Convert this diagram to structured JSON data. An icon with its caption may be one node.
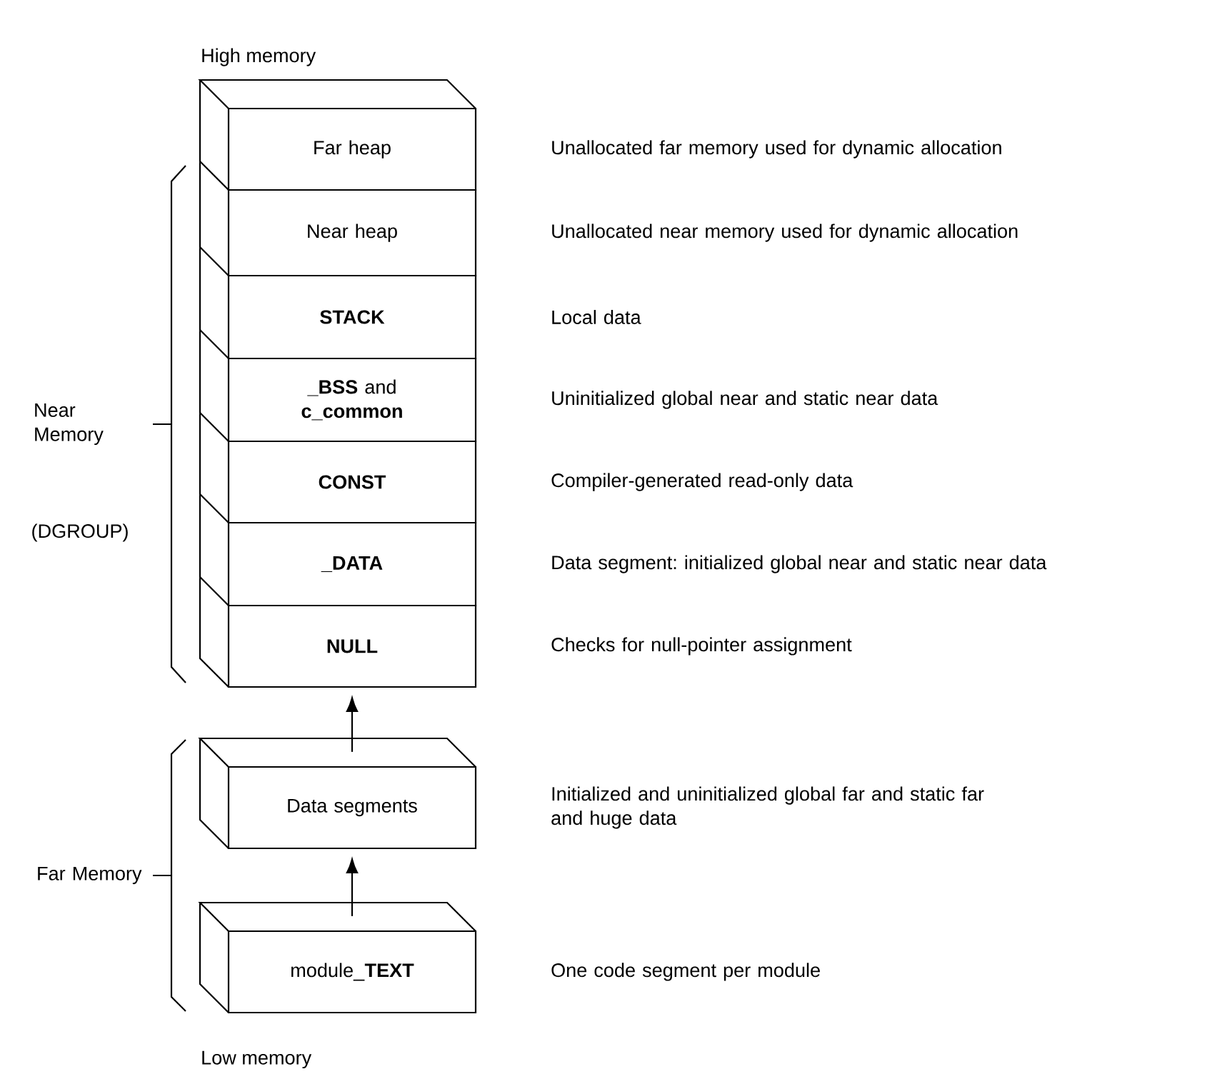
{
  "diagram": {
    "nodes": [
      {
        "text": [
          "Far heap"
        ],
        "beside": [
          "Unallocated far memory used for dynamic allocation"
        ]
      },
      {
        "text": [
          "Near heap"
        ],
        "beside": [
          "Unallocated near memory used for dynamic allocation"
        ]
      },
      {
        "text": [
          "STACK"
        ],
        "beside": [
          "Local data"
        ]
      },
      {
        "text": [
          "**_BSS** and **c_common**"
        ],
        "beside": [
          "Uninitialized global near and static near data"
        ]
      },
      {
        "text": [
          "CONST"
        ],
        "beside": [
          "Compiler-generated read-only data"
        ]
      },
      {
        "text": [
          "_DATA"
        ],
        "beside": [
          "Data segment: initialized global near and static near data"
        ]
      },
      {
        "text": [
          "NULL"
        ],
        "beside": [
          "Checks for null-pointer assignment"
        ]
      },
      {
        "text": [
          "Data segments"
        ],
        "beside": [
          "Initialized and uninitialized global far and static far and huge data"
        ]
      },
      {
        "text": [
          "module_**TEXT**"
        ],
        "beside": [
          "One code segment per module"
        ]
      }
    ],
    "edges": [
      {
        "from": 8,
        "to": 7,
        "arrow": "to"
      },
      {
        "from": 7,
        "to": 6,
        "arrow": "to"
      }
    ],
    "labels": [
      "High memory",
      "Near Memory",
      "(DGROUP)",
      "Far Memory",
      "Low memory"
    ]
  }
}
